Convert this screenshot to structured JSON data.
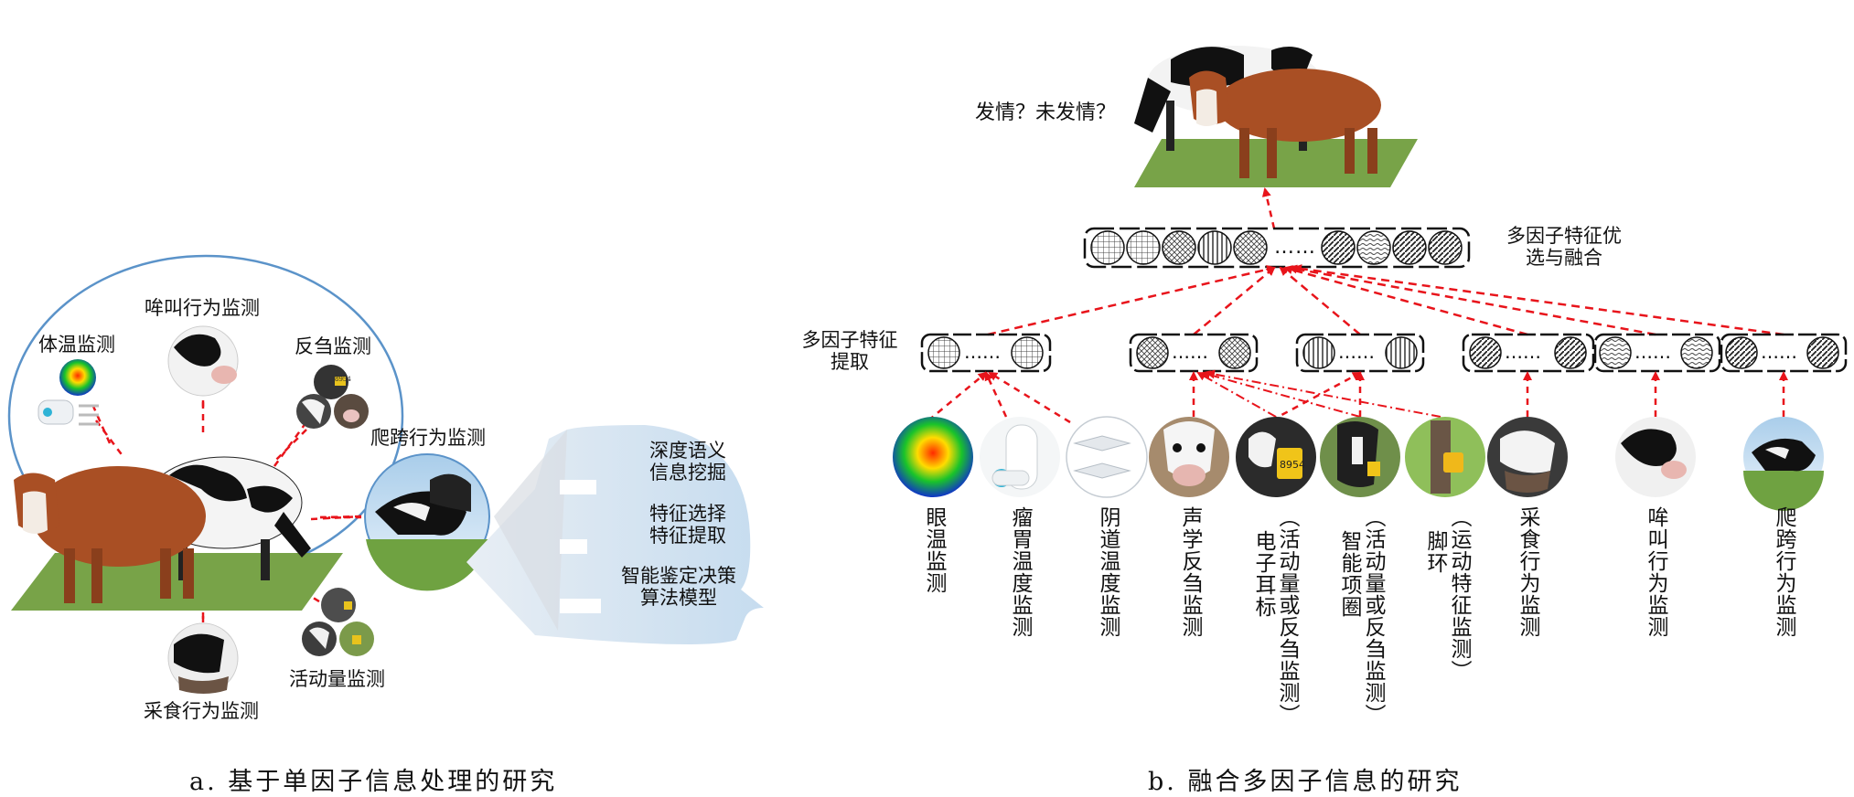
{
  "left_panel": {
    "labels": {
      "body_temp": "体温监测",
      "vocal": "哞叫行为监测",
      "rumination": "反刍监测",
      "mounting": "爬跨行为监测",
      "activity": "活动量监测",
      "feeding": "采食行为监测"
    },
    "head_text": {
      "line1": "深度语义",
      "line2": "信息挖掘",
      "line3": "特征选择",
      "line4": "特征提取",
      "line5": "智能鉴定决策",
      "line6": "算法模型"
    },
    "tag_number": "8954",
    "caption": "a. 基于单因子信息处理的研究"
  },
  "right_panel": {
    "question": "发情？未发情？",
    "fusion_label_1": "多因子特征优",
    "fusion_label_2": "选与融合",
    "extract_label_1": "多因子特征",
    "extract_label_2": "提取",
    "sensors": [
      "眼温监测",
      "瘤胃温度监测",
      "阴道温度监测",
      "声学反刍监测",
      "电子耳标",
      "（活动量或反刍监测）",
      "智能项圈",
      "（活动量或反刍监测）",
      "脚环",
      "（运动特征监测）",
      "采食行为监测",
      "哞叫行为监测",
      "爬跨行为监测"
    ],
    "tag_number": "8954",
    "caption": "b. 融合多因子信息的研究"
  },
  "colors": {
    "arrow_red": "#e8141b",
    "ring_blue": "#5b93c9",
    "head_blue": "#cde0f0",
    "grass": "#78a348",
    "cow_brown": "#a94f24"
  }
}
